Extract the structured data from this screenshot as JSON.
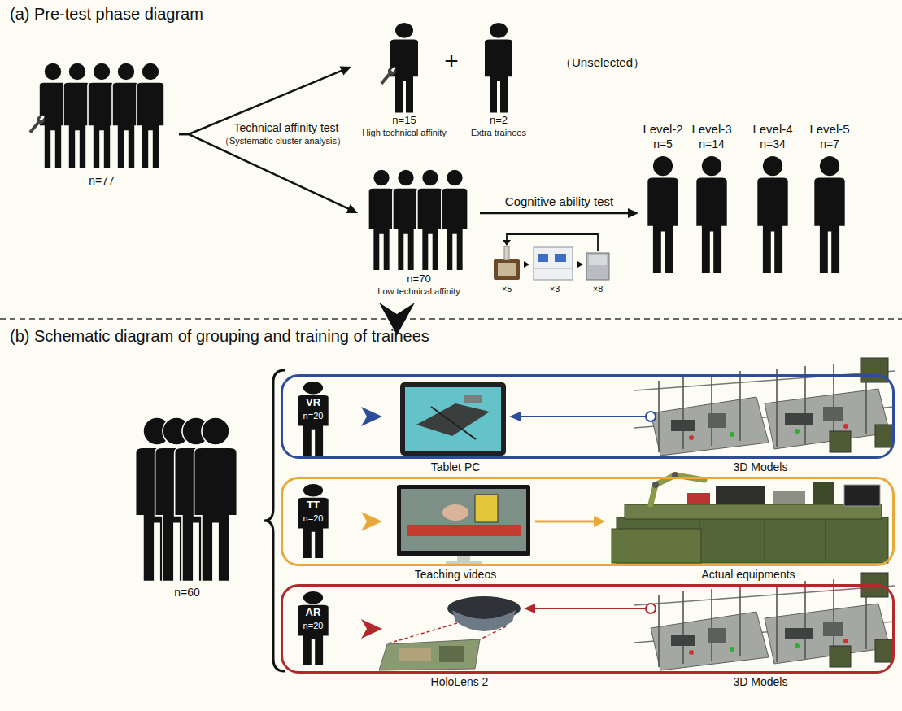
{
  "diagram": {
    "nodes": [
      {
        "text": [
          "n=77"
        ]
      },
      {
        "text": [
          "n=15",
          "High technical affinity"
        ]
      },
      {
        "text": [
          "n=2",
          "Extra trainees"
        ]
      },
      {
        "text": [
          "n=70",
          "Low technical affinity"
        ]
      },
      {
        "text": [
          "Level-2",
          "n=5"
        ]
      },
      {
        "text": [
          "Level-3",
          "n=14"
        ]
      },
      {
        "text": [
          "Level-4",
          "n=34"
        ]
      },
      {
        "text": [
          "Level-5",
          "n=7"
        ]
      },
      {
        "text": [
          "n=60"
        ]
      },
      {
        "text": [
          "Tablet PC",
          "3D Models"
        ]
      },
      {
        "text": [
          "VR",
          "n=20"
        ],
        "in": 9
      },
      {
        "text": [
          "Teaching videos",
          "Actual equipments"
        ]
      },
      {
        "text": [
          "TT",
          "n=20"
        ],
        "in": 11
      },
      {
        "text": [
          "HoloLens 2",
          "3D Models"
        ]
      },
      {
        "text": [
          "AR",
          "n=20"
        ],
        "in": 13
      }
    ],
    "edges": [
      {
        "from": 0,
        "to": 1,
        "arrow": "to"
      },
      {
        "from": 0,
        "to": 3,
        "arrow": "to"
      },
      {
        "from": 3,
        "to": 4,
        "label": "Cognitive ability test",
        "arrow": "to"
      }
    ],
    "labels": [
      "(a) Pre-test phase diagram",
      "Technical affinity test",
      "（Systematic cluster analysis）",
      "+",
      "（Unselected）",
      "×5",
      "×3",
      "×8",
      "(b) Schematic diagram of grouping and training of trainees"
    ]
  }
}
